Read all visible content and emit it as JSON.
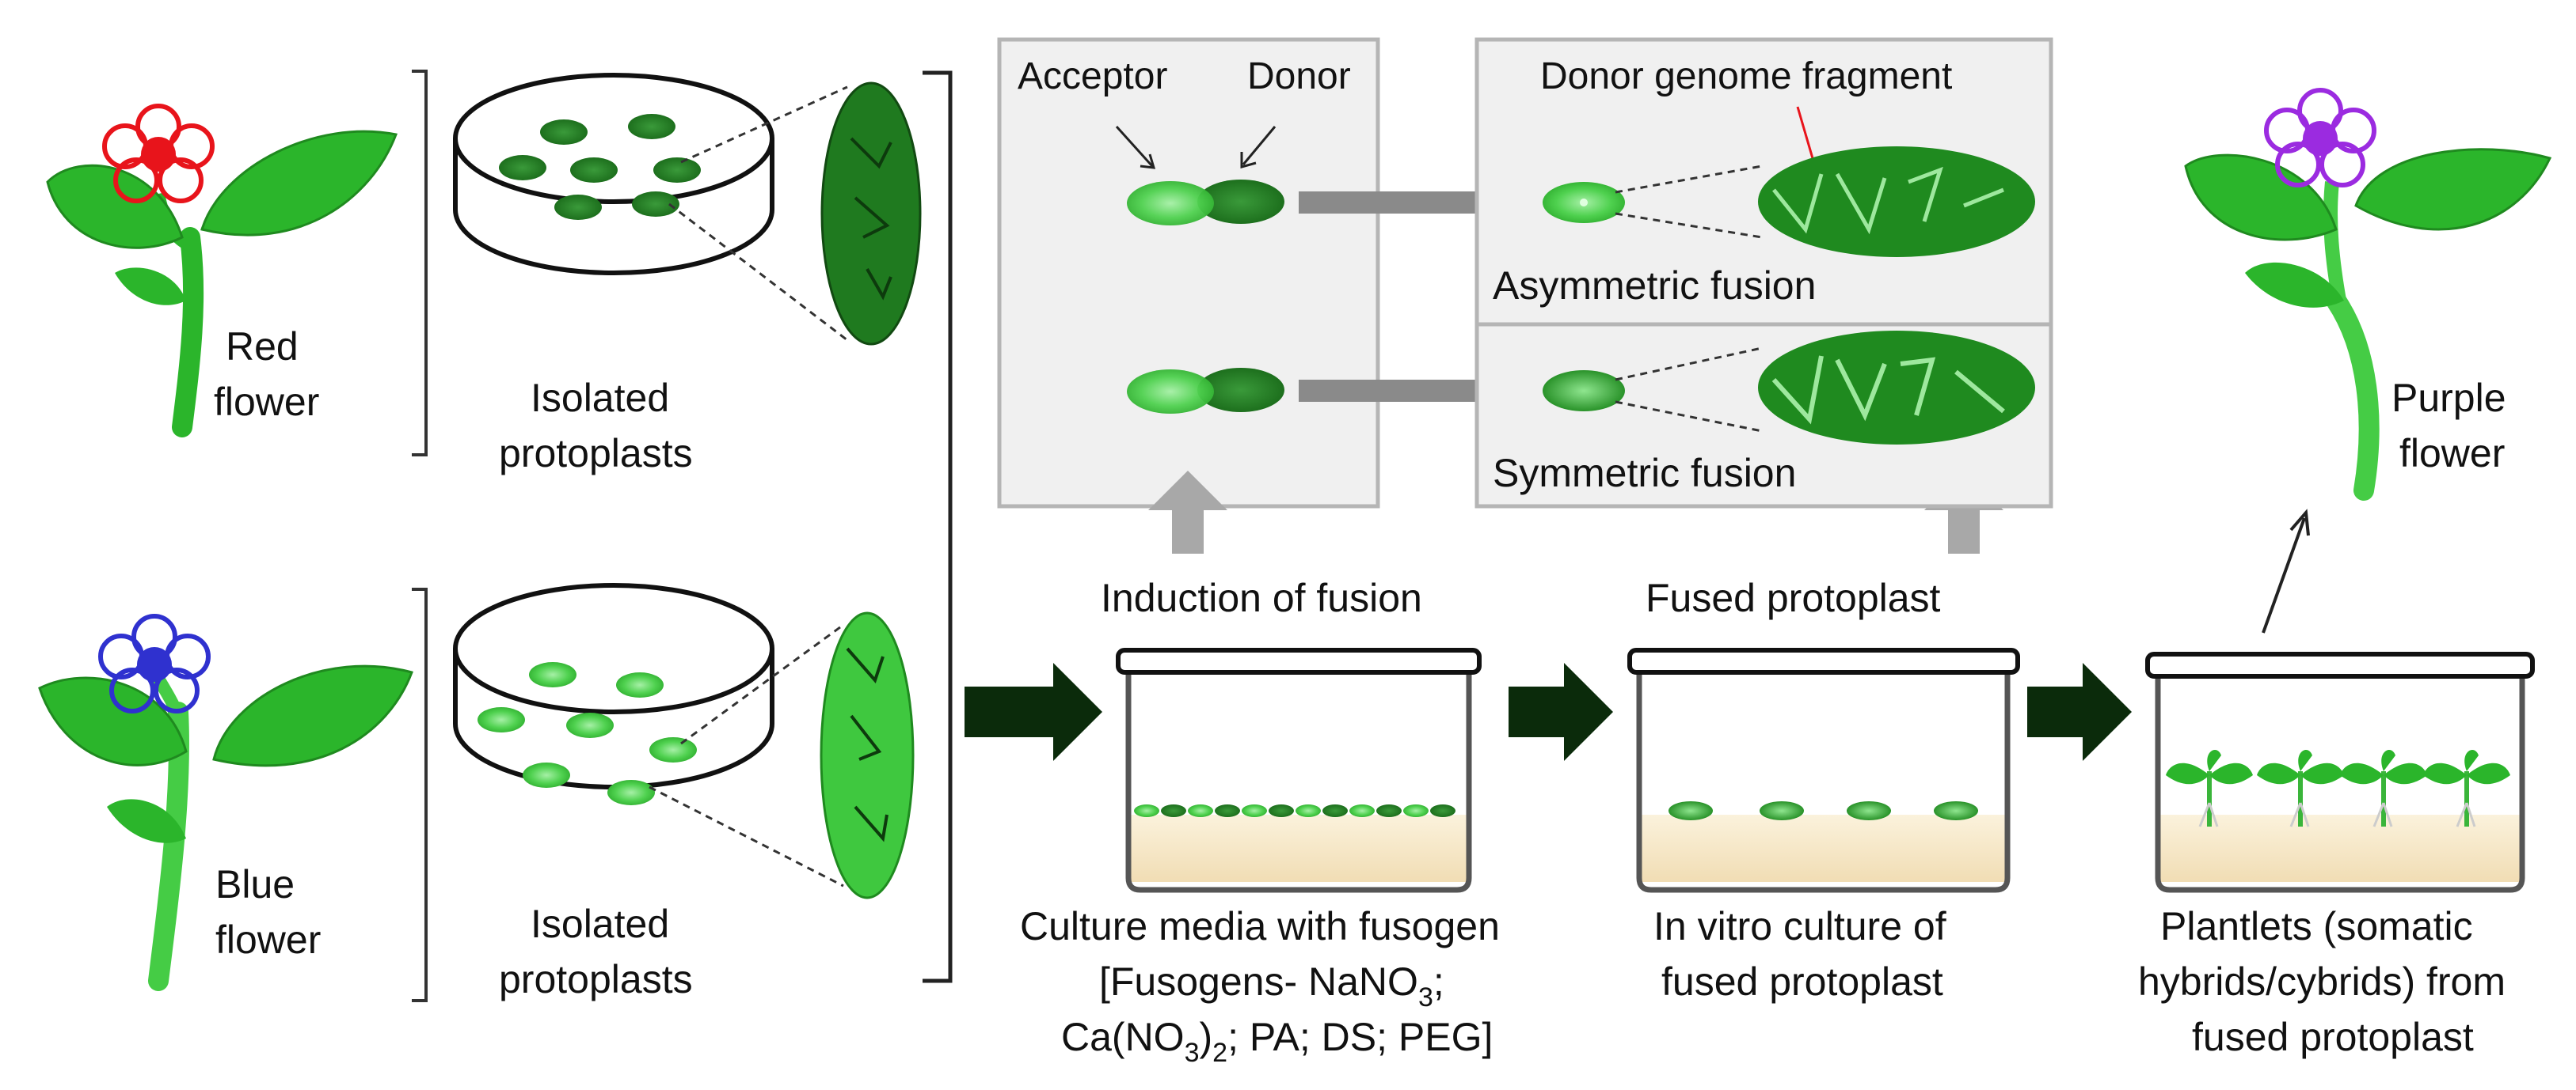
{
  "plants": {
    "red": {
      "label_line1": "Red",
      "label_line2": "flower",
      "flower_color": "#e8141b"
    },
    "blue": {
      "label_line1": "Blue",
      "label_line2": "flower",
      "flower_color": "#2f31cf"
    },
    "purple": {
      "label_line1": "Purple",
      "label_line2": "flower",
      "flower_color": "#9b2be0"
    }
  },
  "protoplasts": {
    "top_label_line1": "Isolated",
    "top_label_line2": "protoplasts",
    "bottom_label_line1": "Isolated",
    "bottom_label_line2": "protoplasts"
  },
  "fusion_panel": {
    "acceptor_label": "Acceptor",
    "donor_label": "Donor",
    "fragment_label": "Donor genome fragment",
    "asymmetric_label": "Asymmetric fusion",
    "symmetric_label": "Symmetric fusion"
  },
  "steps": {
    "induction_label": "Induction of fusion",
    "fused_label": "Fused protoplast",
    "culture_line1": "Culture media with fusogen",
    "culture_line2_prefix": "[Fusogens- NaNO",
    "culture_line2_sub": "3",
    "culture_line2_suffix": ";",
    "culture_line3_prefix": "Ca(NO",
    "culture_line3_sub1": "3",
    "culture_line3_mid": ")",
    "culture_line3_sub2": "2",
    "culture_line3_suffix": "; PA; DS; PEG]",
    "invitro_line1": "In vitro culture of",
    "invitro_line2": "fused protoplast",
    "plantlets_line1": "Plantlets (somatic",
    "plantlets_line2": "hybrids/cybrids) from",
    "plantlets_line3": "fused protoplast"
  },
  "colors": {
    "leaf": "#2bb52b",
    "leaf_light": "#45cc45",
    "dark_green": "#1f7a1f",
    "light_green": "#4fd14f",
    "medium": "#f5e6c8",
    "panel_bg": "#f0f0f0",
    "arrow_dark": "#0b2b0b",
    "arrow_gray": "#8a8a8a"
  }
}
